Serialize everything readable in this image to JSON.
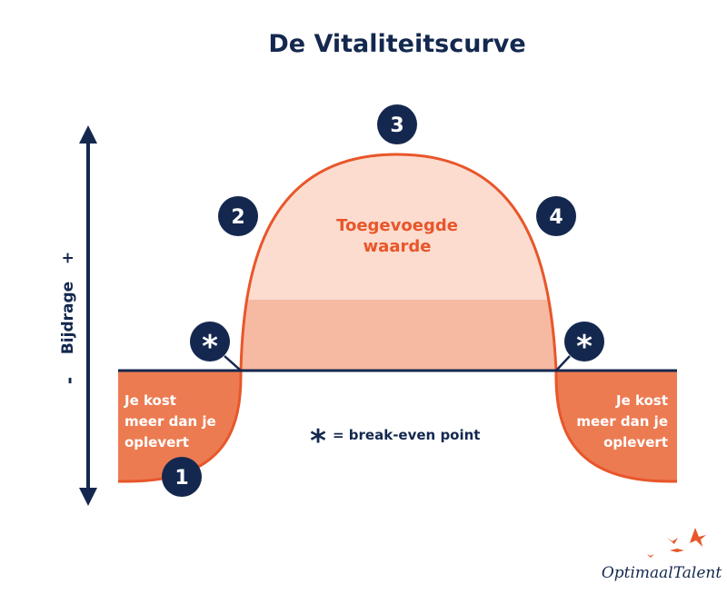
{
  "title": "De Vitaliteitscurve",
  "axis": {
    "label": "Bijdrage",
    "plus": "+",
    "minus": "-"
  },
  "hump_label": [
    "Toegevoegde",
    "waarde"
  ],
  "left_label": [
    "Je kost",
    "meer dan je",
    "oplevert"
  ],
  "right_label": [
    "Je kost",
    "meer dan je",
    "oplevert"
  ],
  "markers": [
    "1",
    "2",
    "3",
    "4"
  ],
  "star_symbol": "*",
  "legend": {
    "symbol": "*",
    "text": "= break-even point"
  },
  "logo": {
    "text": "OptimaalTalent"
  },
  "colors": {
    "navy": "#14284f",
    "orange": "#e8562a",
    "fill_dark": "#ec7b52",
    "fill_light": "#fbdccf",
    "fill_mid": "#f6b9a2"
  }
}
